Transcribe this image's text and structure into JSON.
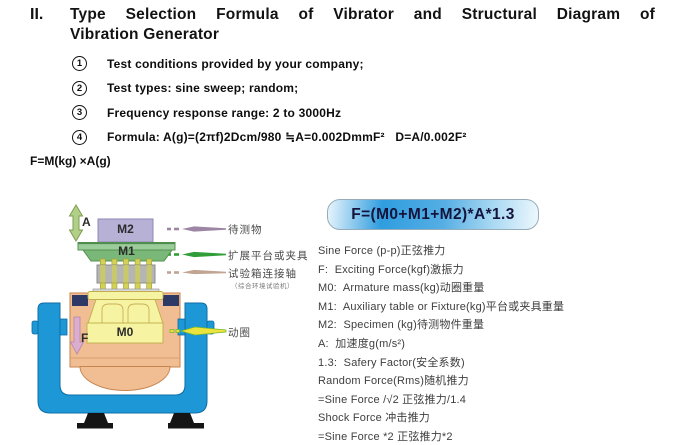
{
  "header": {
    "numeral": "II.",
    "title_line1": "Type Selection Formula of Vibrator and Structural Diagram of",
    "title_line2": "Vibration Generator"
  },
  "list": {
    "items": [
      {
        "marker": "1",
        "text": "Test conditions provided by your company;"
      },
      {
        "marker": "2",
        "text": "Test types: sine sweep; random;"
      },
      {
        "marker": "3",
        "text": "Frequency response range: 2 to 3000Hz"
      },
      {
        "marker": "4",
        "text": "Formula: A(g)=(2πf)2Dcm/980 ≒A=0.002DmmF²   D=A/0.002F²"
      }
    ],
    "formula_line": "F=M(kg) ×A(g)"
  },
  "formula_box": {
    "text": "F=(M0+M1+M2)*A*1.3"
  },
  "legend": {
    "lines": [
      "Sine Force (p-p)正弦推力",
      "F:  Exciting Force(kgf)激振力",
      "M0:  Armature mass(kg)动圈重量",
      "M1:  Auxiliary table or Fixture(kg)平台或夹具重量",
      "M2:  Specimen (kg)待测物件重量",
      "A:  加速度g(m/s²)",
      "1.3:  Safery Factor(安全系数)",
      "Random Force(Rms)随机推力",
      "=Sine Force /√2 正弦推力/1.4",
      "Shock Force 冲击推力",
      "=Sine Force *2 正弦推力*2"
    ]
  },
  "diagram": {
    "part_labels": {
      "a": "A",
      "m2": "M2",
      "m1": "M1",
      "m0": "M0",
      "f": "F"
    },
    "callouts": [
      {
        "text": "待测物"
      },
      {
        "text": "扩展平台或夹具"
      },
      {
        "text": "试验箱连接轴",
        "sub": "（综合环境试验机）"
      },
      {
        "text": "动圈"
      }
    ],
    "colors": {
      "frame_blue": "#1d97d6",
      "body_orange": "#f1bd92",
      "armature_yellow": "#f6f3a3",
      "platform_green": "#9bcd9b",
      "specimen_purple": "#b7b1d6",
      "accel_arrow_green": "#b2cf87",
      "force_arrow_pink": "#d9aed3",
      "coil_arrow_yellow": "#ece33c",
      "callout_purple": "#9c86a4",
      "callout_green": "#2f9e38",
      "callout_tan": "#c2a492"
    }
  }
}
